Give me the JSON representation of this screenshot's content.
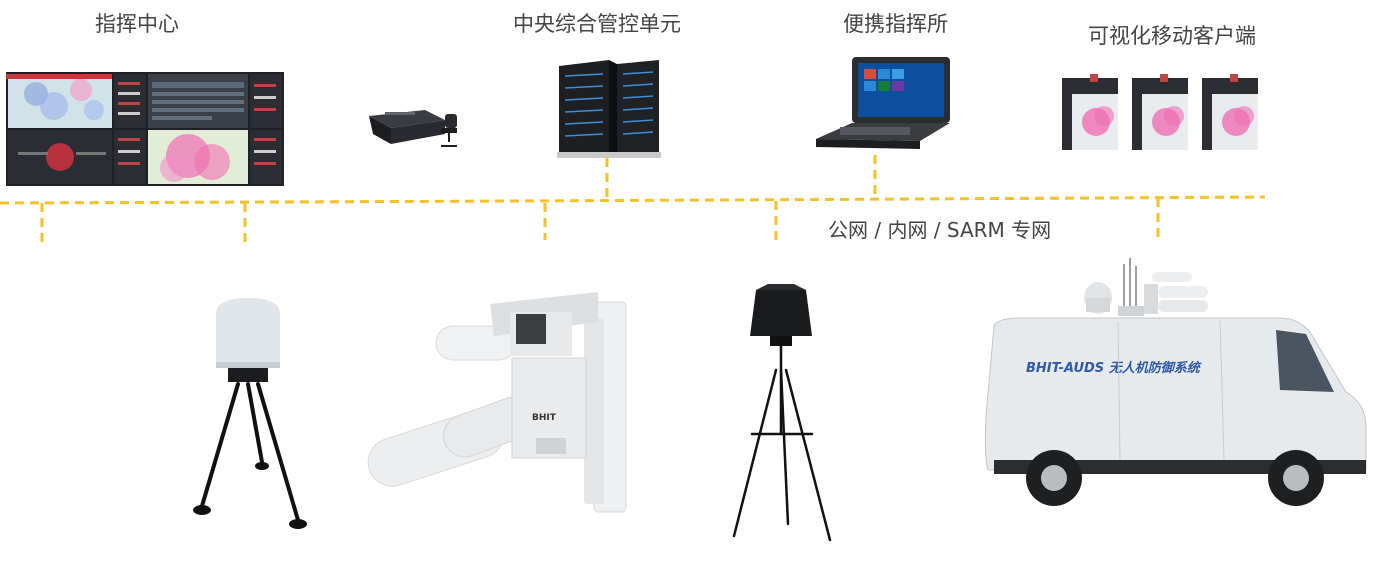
{
  "nodes": {
    "command_center": "指挥中心",
    "central_unit": "中央综合管控单元",
    "portable_post": "便携指挥所",
    "mobile_client": "可视化移动客户端"
  },
  "network_label": "公网 / 内网 / SARM 专网",
  "vehicle_text": "BHIT-AUDS  无人机防御系统",
  "device_brand": "BHIT",
  "colors": {
    "bus": "#f5c12a",
    "map_pink": "#ee6fb4",
    "screen_dark": "#2b2d33"
  }
}
